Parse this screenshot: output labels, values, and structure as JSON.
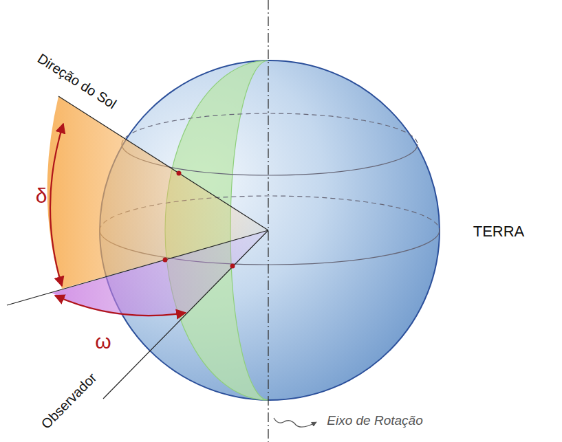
{
  "diagram": {
    "labels": [
      "Direção do Sol",
      "δ",
      "ω",
      "Observador",
      "Eixo de Rotação",
      "TERRA"
    ]
  }
}
